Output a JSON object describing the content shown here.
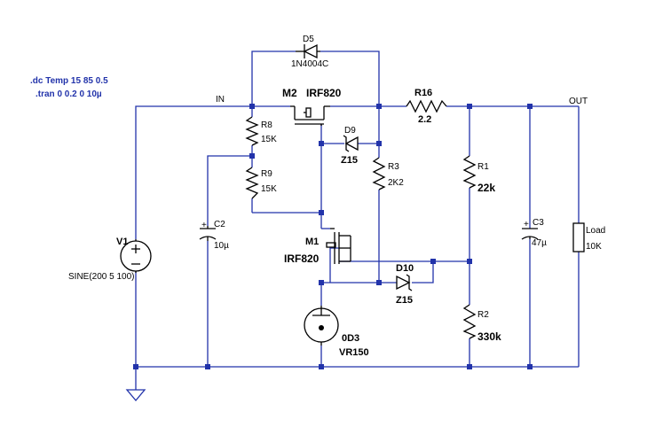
{
  "colors": {
    "wire": "#2233aa",
    "component": "#000000",
    "directive": "#2233aa",
    "background": "#ffffff"
  },
  "directives": {
    "dc": ".dc Temp 15 85 0.5",
    "tran": ".tran 0 0.2 0 10µ"
  },
  "nets": {
    "in": "IN",
    "out": "OUT"
  },
  "components": {
    "d5": {
      "name": "D5",
      "value": "1N4004C"
    },
    "m2": {
      "name": "M2",
      "value": "IRF820"
    },
    "r16": {
      "name": "R16",
      "value": "2.2"
    },
    "r8": {
      "name": "R8",
      "value": "15K"
    },
    "r9": {
      "name": "R9",
      "value": "15K"
    },
    "d9": {
      "name": "D9",
      "value": "Z15"
    },
    "r3": {
      "name": "R3",
      "value": "2K2"
    },
    "r1": {
      "name": "R1",
      "value": "22k"
    },
    "c2": {
      "name": "C2",
      "value": "10µ"
    },
    "c3": {
      "name": "C3",
      "value": "47µ"
    },
    "load": {
      "name": "Load",
      "value": "10K"
    },
    "v1": {
      "name": "V1",
      "value": "SINE(200 5 100)"
    },
    "m1": {
      "name": "M1",
      "value": "IRF820"
    },
    "d10": {
      "name": "D10",
      "value": "Z15"
    },
    "r2": {
      "name": "R2",
      "value": "330k"
    },
    "od3": {
      "name": "0D3",
      "value": "VR150"
    }
  }
}
